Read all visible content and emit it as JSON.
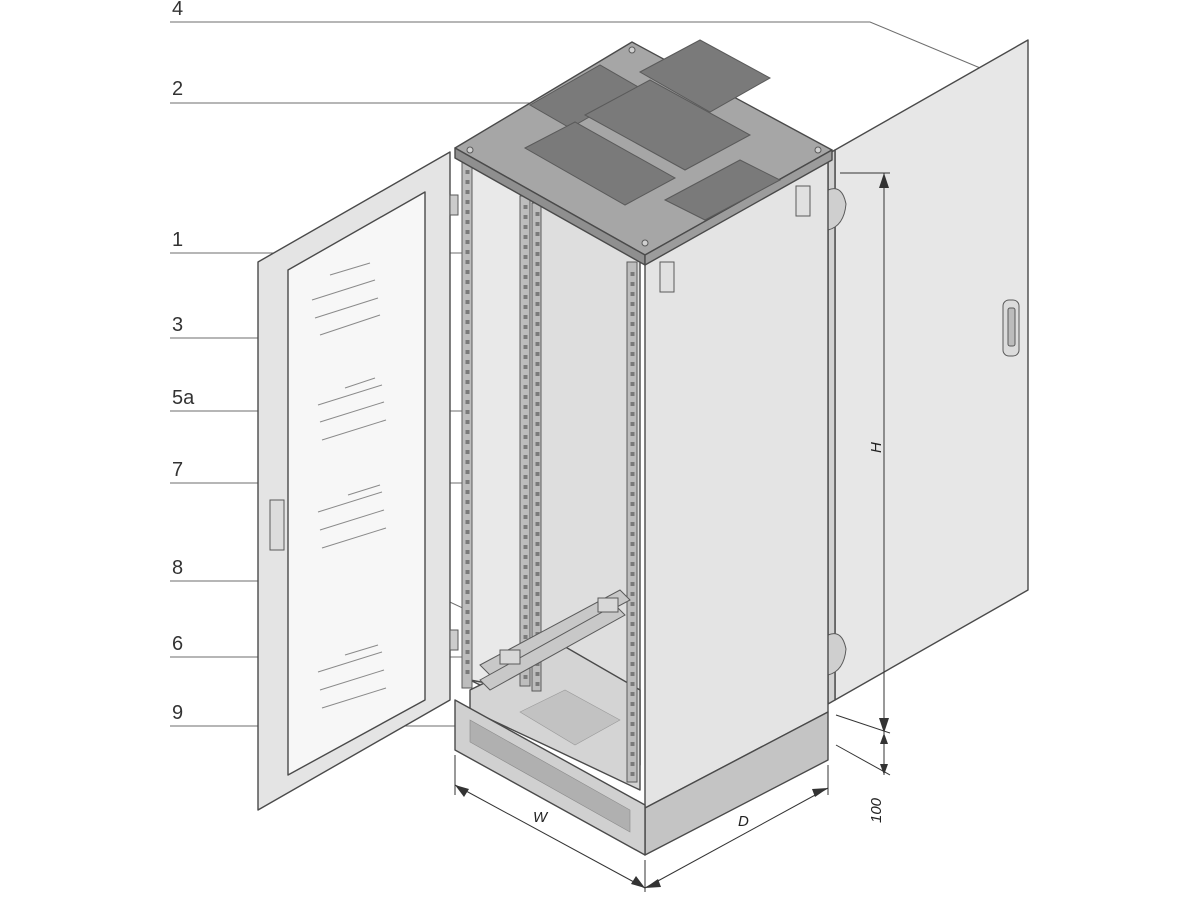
{
  "callouts": [
    {
      "id": "4",
      "label": "4"
    },
    {
      "id": "2",
      "label": "2"
    },
    {
      "id": "1",
      "label": "1"
    },
    {
      "id": "3",
      "label": "3"
    },
    {
      "id": "5a",
      "label": "5a"
    },
    {
      "id": "7",
      "label": "7"
    },
    {
      "id": "8",
      "label": "8"
    },
    {
      "id": "6",
      "label": "6"
    },
    {
      "id": "9",
      "label": "9"
    }
  ],
  "dimensions": {
    "height": "H",
    "width": "W",
    "depth": "D",
    "plinth": "100"
  },
  "colors": {
    "panel": "#e6e6e6",
    "panel_dark": "#c9c9c9",
    "top": "#a9a9a9",
    "top_panel": "#7e7e7e",
    "glass": "#f7f7f7",
    "line": "#4a4a4a"
  }
}
